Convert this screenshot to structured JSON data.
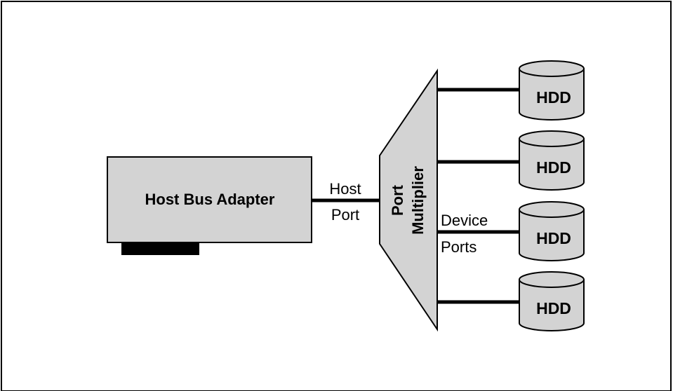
{
  "diagram": {
    "hba_label": "Host Bus Adapter",
    "host_port_line1": "Host",
    "host_port_line2": "Port",
    "port_multiplier_line1": "Port",
    "port_multiplier_line2": "Multiplier",
    "device_ports_line1": "Device",
    "device_ports_line2": "Ports",
    "disks": [
      {
        "label": "HDD"
      },
      {
        "label": "HDD"
      },
      {
        "label": "HDD"
      },
      {
        "label": "HDD"
      }
    ]
  },
  "colors": {
    "box_fill": "#d3d3d3",
    "stroke": "#000000",
    "background": "#ffffff"
  }
}
